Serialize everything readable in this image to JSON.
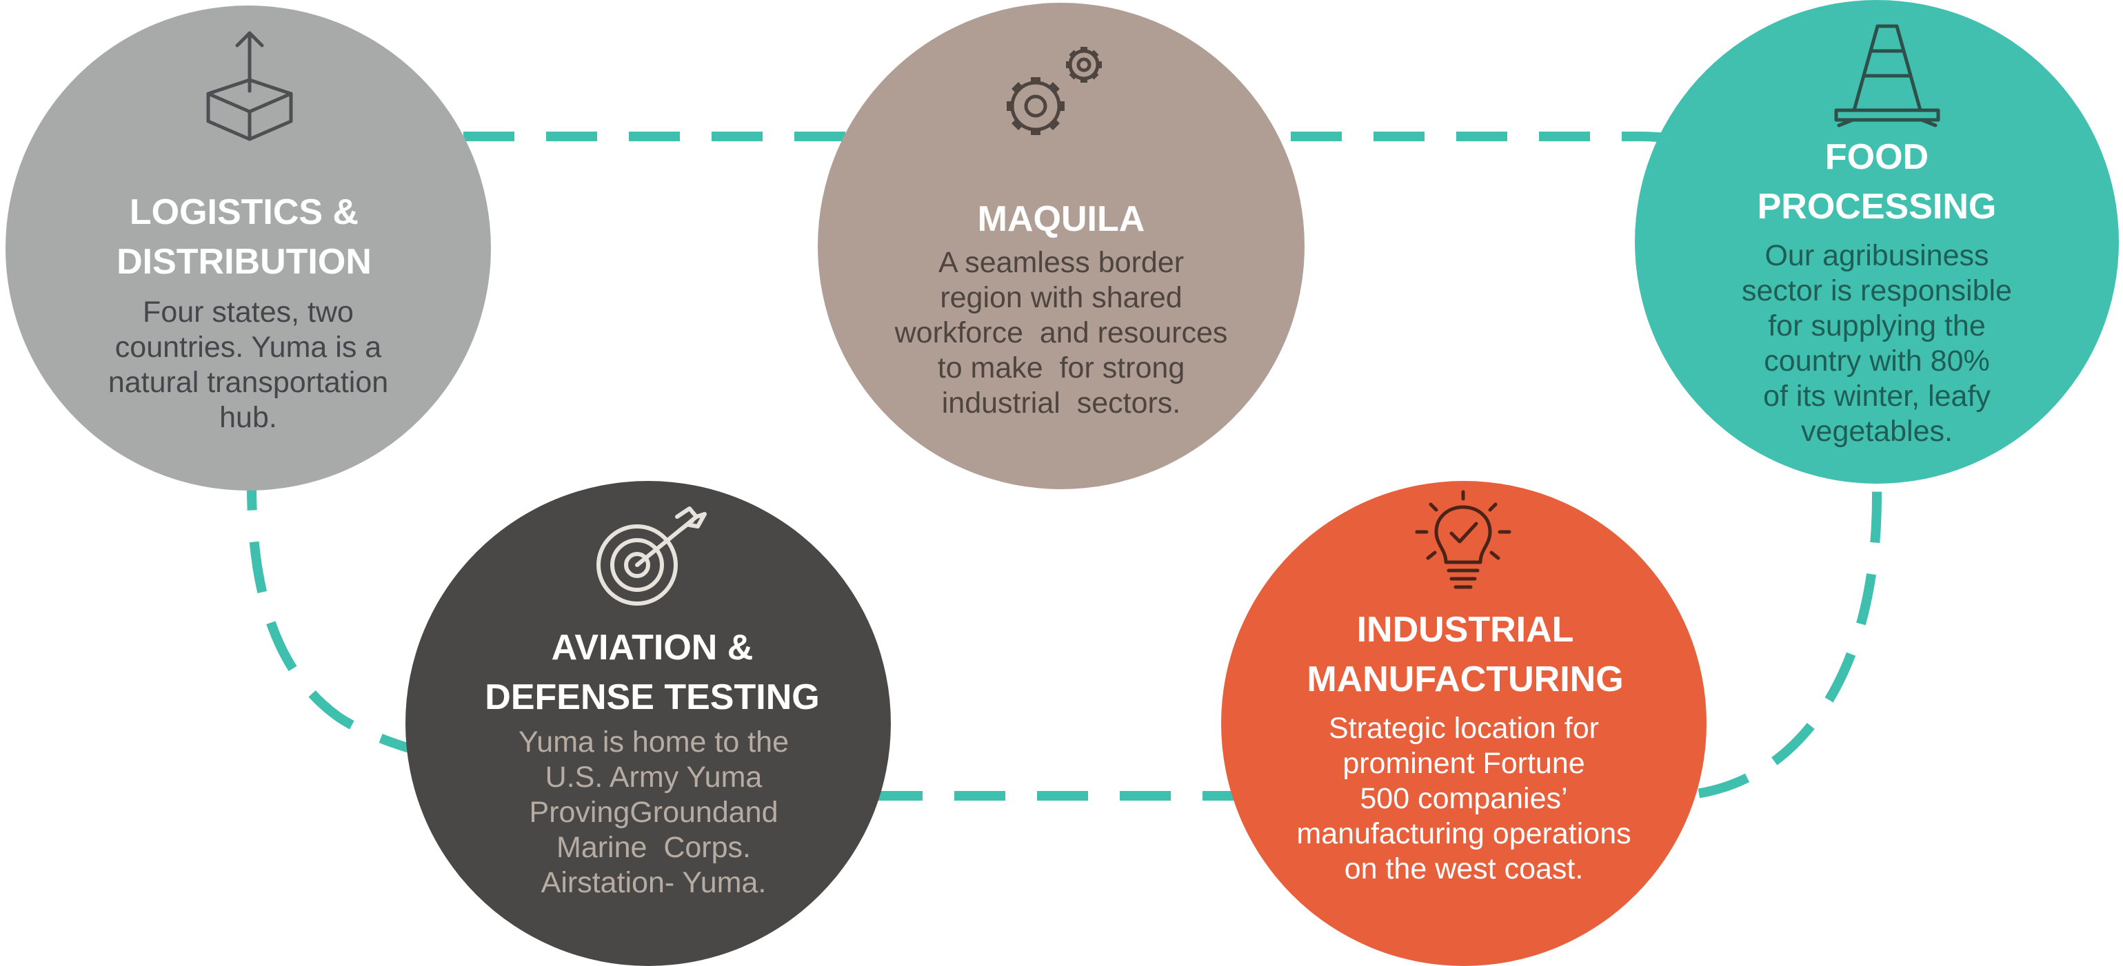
{
  "accent_color": "#3fbfad",
  "sectors": {
    "logistics": {
      "icon": "box-upload-icon",
      "title": "LOGISTICS &\nDISTRIBUTION",
      "description": "Four states, two\ncountries. Yuma is a\nnatural transportation\nhub.",
      "color": "#a7aaa9"
    },
    "maquila": {
      "icon": "gears-icon",
      "title": "MAQUILA",
      "description": "A seamless border\nregion with shared\nworkforce  and resources\nto make  for strong\nindustrial  sectors.",
      "color": "#b09e94"
    },
    "food": {
      "icon": "traffic-cone-icon",
      "title": "FOOD\nPROCESSING",
      "description": "Our agribusiness\nsector is responsible\nfor supplying the\ncountry with 80%\nof its winter, leafy\nvegetables.",
      "color": "#42c0af"
    },
    "aviation": {
      "icon": "target-arrow-icon",
      "title": "AVIATION &\nDEFENSE TESTING",
      "description": "Yuma is home to the\nU.S. Army Yuma\nProvingGroundand\nMarine  Corps.\nAirstation- Yuma.",
      "color": "#4a4846"
    },
    "industrial": {
      "icon": "lightbulb-check-icon",
      "title": "INDUSTRIAL\nMANUFACTURING",
      "description": "Strategic location for\nprominent Fortune\n500 companies’\nmanufacturing operations\non the west coast.",
      "color": "#e85f3c"
    }
  }
}
